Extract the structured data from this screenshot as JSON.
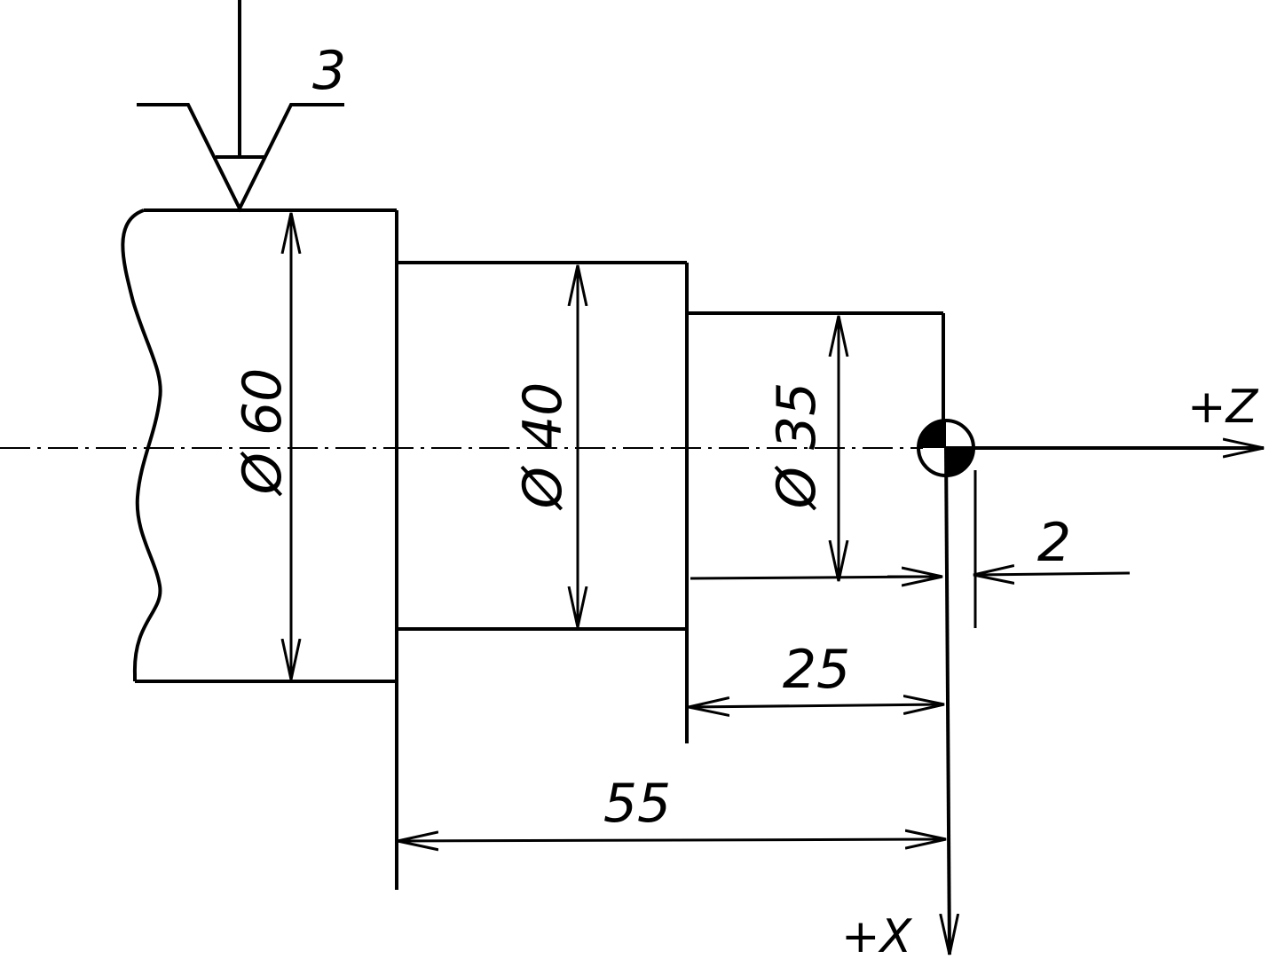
{
  "surface_finish": {
    "symbol": "roughness-symbol",
    "value": "3"
  },
  "diameters": {
    "d60": "Ø 60",
    "d40": "Ø 40",
    "d35": "Ø 35"
  },
  "lengths": {
    "offset": "2",
    "step": "25",
    "total": "55"
  },
  "axes": {
    "z": "+Z",
    "x": "+X"
  },
  "origin": {
    "symbol": "datum-origin-icon"
  },
  "colors": {
    "ink": "#000000",
    "background": "#ffffff"
  }
}
